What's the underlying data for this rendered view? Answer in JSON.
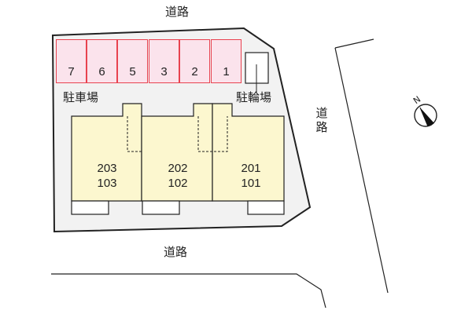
{
  "map": {
    "roads": {
      "top": "道路",
      "right": "道路",
      "bottom": "道路"
    },
    "parking": {
      "label": "駐車場",
      "slots": [
        "7",
        "6",
        "5",
        "3",
        "2",
        "1"
      ]
    },
    "bicycle_parking": {
      "label": "駐輪場"
    },
    "units": [
      {
        "upper": "203",
        "lower": "103"
      },
      {
        "upper": "202",
        "lower": "102"
      },
      {
        "upper": "201",
        "lower": "101"
      }
    ],
    "compass": {
      "label": "N"
    },
    "colors": {
      "site_fill": "#f2f2f2",
      "building_fill": "#fcf7cf",
      "parking_fill": "#fbe3ec",
      "parking_border": "#e8424f",
      "line": "#222222"
    }
  }
}
